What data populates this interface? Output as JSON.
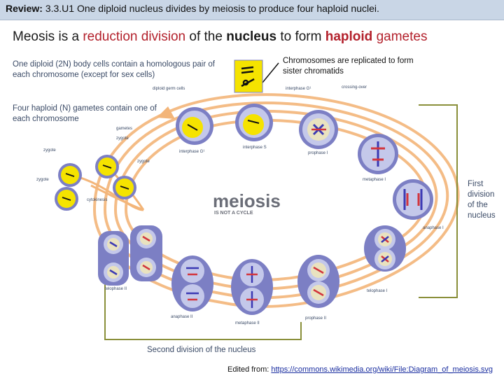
{
  "banner": {
    "prefix": "Review:",
    "text": "3.3.U1 One diploid nucleus divides by meiosis to produce four haploid nuclei."
  },
  "heading": {
    "part1": "Meosis",
    "part2": " is a ",
    "part3": "reduction division",
    "part4": " of the ",
    "part5": "nucleus",
    "part6": " to form ",
    "part7": "haploid",
    "part8": " ",
    "part9": "gametes"
  },
  "notes": {
    "diploid": "One diploid (2N) body cells contain a homologous pair of each chromosome (except for sex cells)",
    "replicated": "Chromosomes are replicated to form sister chromatids",
    "haploid": "Four haploid (N) gametes contain one of each chromosome",
    "first_division": "First division of the nucleus",
    "second_division": "Second division of the nucleus"
  },
  "diagram": {
    "title": "meiosis",
    "subtitle": "IS NOT A CYCLE",
    "labels": {
      "diploid_germ": "diploid germ cells",
      "interphase_g1_top": "interphase G¹",
      "crossing_over": "crossing-over",
      "gametes": "gametes",
      "interphase_g1": "interphase G¹",
      "interphase_s": "interphase S",
      "prophase_1": "prophase I",
      "metaphase_1": "metaphase I",
      "anaphase_1": "anaphase I",
      "telophase_1": "telophase I",
      "prophase_2": "prophase II",
      "metaphase_2": "metaphase II",
      "anaphase_2": "anaphase II",
      "telophase_2": "telophase II",
      "cytokinesis": "cytokinesis",
      "zygote": "zygote"
    }
  },
  "credit": {
    "prefix": "Edited from: ",
    "link": "https://commons.wikimedia.org/wiki/File:Diagram_of_meiosis.svg"
  },
  "colors": {
    "ring": "#f3b579",
    "cell_outer": "#7c7fc4",
    "cell_inner": "#c4c8ea",
    "nucleus": "#e9e2bf",
    "gamete": "#f5e300",
    "chrom_red": "#d2343c",
    "chrom_blue": "#3b39b4",
    "bracket": "#8a8f3a",
    "accent_red": "#b3212c"
  }
}
